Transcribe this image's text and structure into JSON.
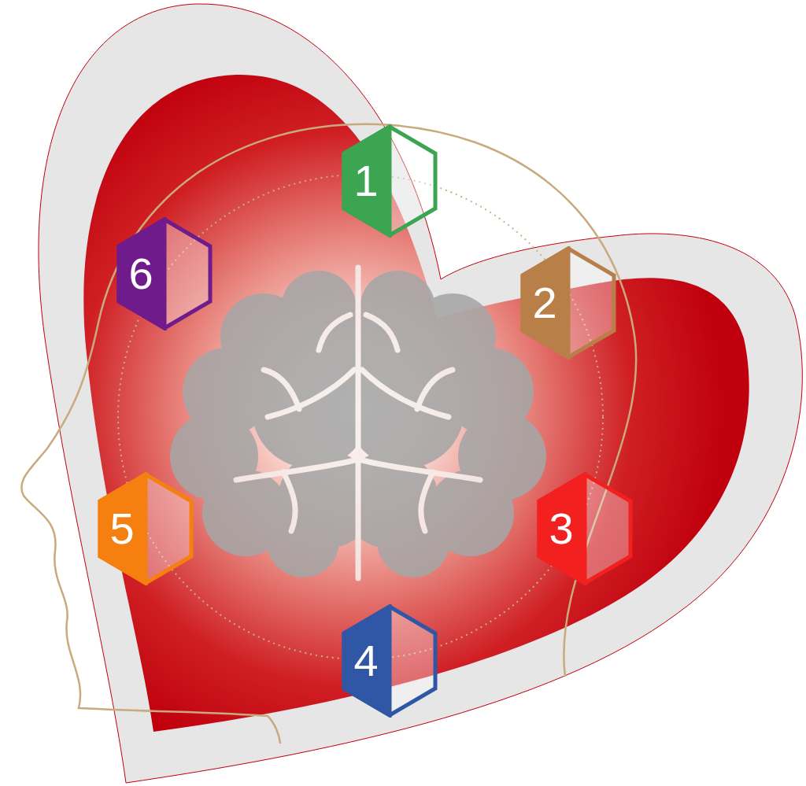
{
  "diagram": {
    "nodes": [
      {
        "text": [
          "1"
        ]
      },
      {
        "text": [
          "2"
        ]
      },
      {
        "text": [
          "3"
        ]
      },
      {
        "text": [
          "4"
        ]
      },
      {
        "text": [
          "5"
        ]
      },
      {
        "text": [
          "6"
        ]
      }
    ]
  }
}
